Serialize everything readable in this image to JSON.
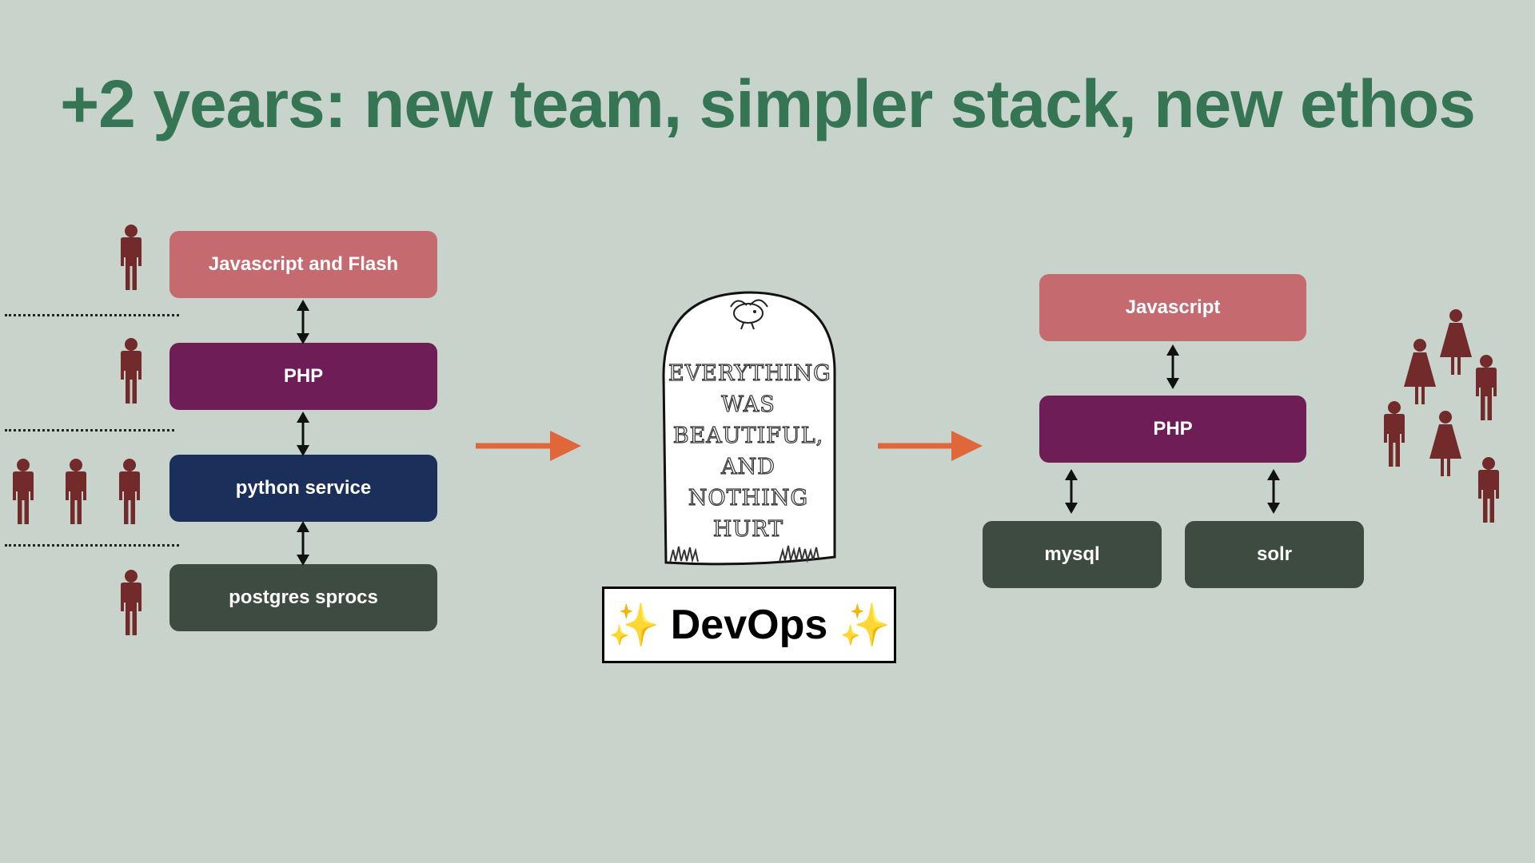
{
  "title": "+2 years: new team, simpler stack, new ethos",
  "before_stack": {
    "frontend": "Javascript and Flash",
    "app": "PHP",
    "service": "python service",
    "db": "postgres sprocs"
  },
  "tombstone": {
    "epitaph": [
      "EVERYTHING",
      "WAS",
      "BEAUTIFUL,",
      "AND",
      "NOTHING",
      "HURT"
    ]
  },
  "devops": {
    "label": "DevOps",
    "sparkle": "✨"
  },
  "after_stack": {
    "frontend": "Javascript",
    "app": "PHP",
    "db": "mysql",
    "search": "solr"
  },
  "colors": {
    "title": "#357553",
    "person": "#722a2a",
    "arrow": "#e0673a",
    "frontend": "#c56a6f",
    "app": "#6e1d57",
    "service": "#1a2f5a",
    "db": "#3e4b41"
  }
}
